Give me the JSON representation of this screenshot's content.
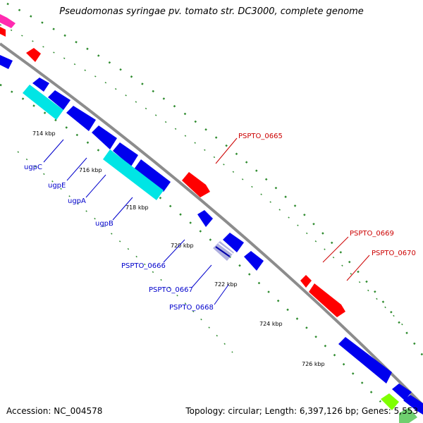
{
  "title": "Pseudomonas syringae pv. tomato str. DC3000, complete genome",
  "footer": {
    "accession": "Accession: NC_004578",
    "summary": "Topology: circular; Length: 6,397,126 bp; Genes: 5,553"
  },
  "ticks": [
    "714 kbp",
    "716 kbp",
    "718 kbp",
    "720 kbp",
    "722 kbp",
    "724 kbp",
    "726 kbp"
  ],
  "genes": {
    "ugpC": "ugpC",
    "ugpE": "ugpE",
    "ugpA": "ugpA",
    "ugpB": "ugpB",
    "pspto_0665": "PSPTO_0665",
    "pspto_0666": "PSPTO_0666",
    "pspto_0667": "PSPTO_0667",
    "pspto_0668": "PSPTO_0668",
    "pspto_0669": "PSPTO_0669",
    "pspto_0670": "PSPTO_0670"
  },
  "colors": {
    "backbone": "#8c8c8c",
    "ticks": "#2e8b2e",
    "forward": "#ff0000",
    "reverse": "#0000ee",
    "abc": "#00e5e5",
    "label_blue": "#0000cc",
    "label_red": "#cc0000"
  }
}
